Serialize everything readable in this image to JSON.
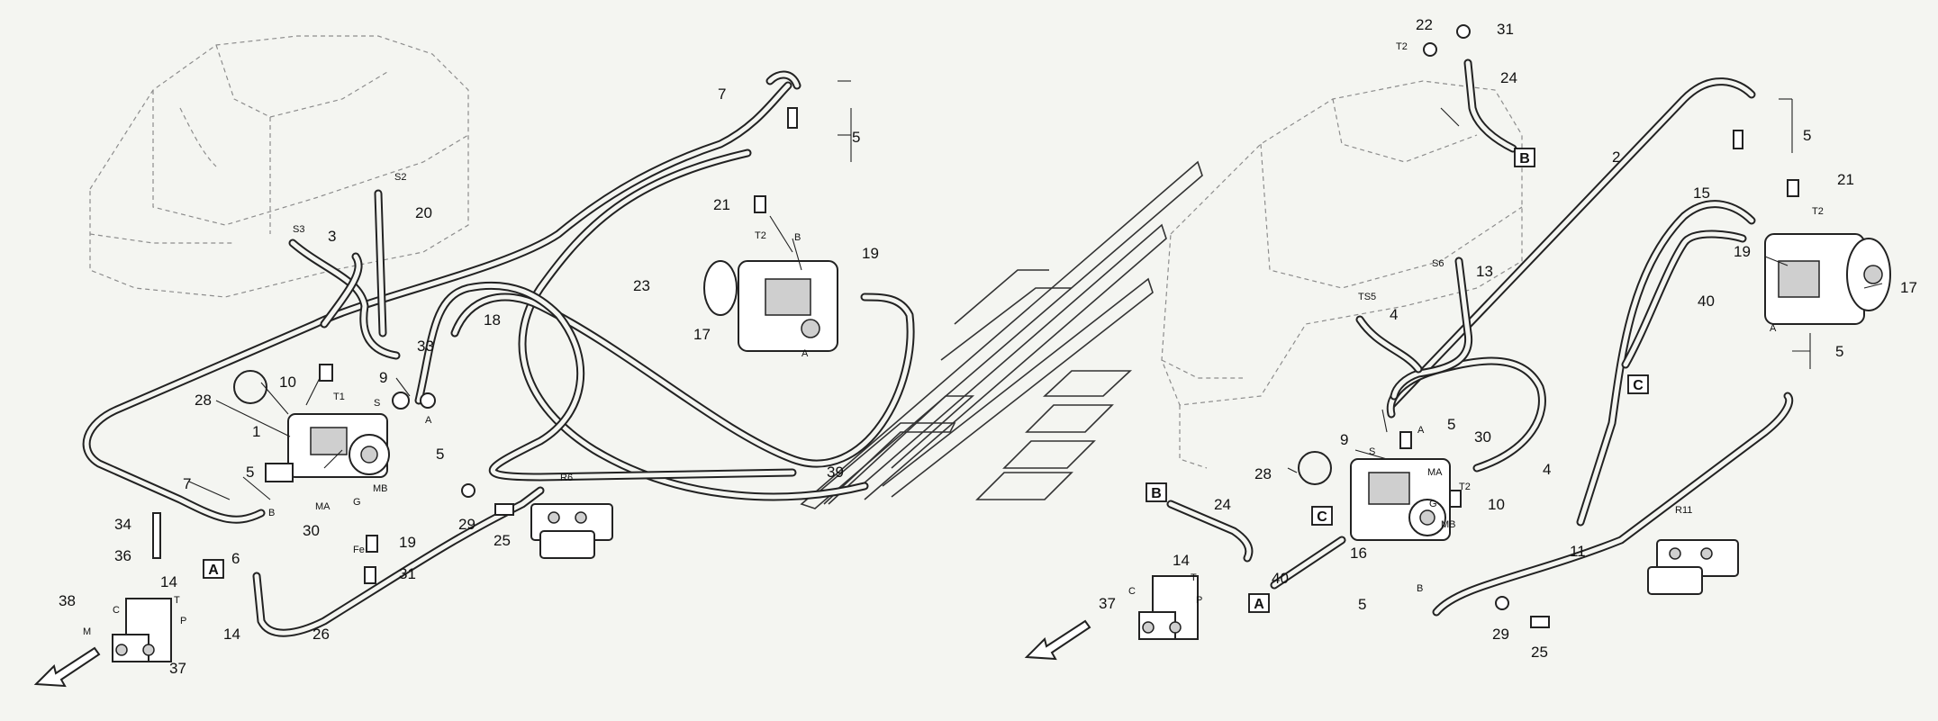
{
  "left_callouts": [
    "1",
    "3",
    "5",
    "5",
    "5",
    "6",
    "7",
    "7",
    "9",
    "10",
    "14",
    "14",
    "17",
    "18",
    "19",
    "19",
    "20",
    "21",
    "23",
    "25",
    "26",
    "28",
    "29",
    "30",
    "31",
    "33",
    "34",
    "36",
    "37",
    "38",
    "39"
  ],
  "left_ports": [
    "S2",
    "S3",
    "T1",
    "S",
    "A",
    "B",
    "MA",
    "G",
    "MB",
    "Fe",
    "R6",
    "T2",
    "B",
    "A",
    "C",
    "T",
    "P",
    "M"
  ],
  "right_callouts": [
    "2",
    "4",
    "4",
    "5",
    "5",
    "5",
    "5",
    "9",
    "10",
    "11",
    "13",
    "14",
    "15",
    "16",
    "17",
    "19",
    "21",
    "22",
    "24",
    "24",
    "25",
    "28",
    "29",
    "30",
    "31",
    "37",
    "40",
    "40"
  ],
  "right_ports": [
    "T2",
    "S6",
    "TS5",
    "S",
    "A",
    "MA",
    "G",
    "T2",
    "MB",
    "B",
    "R11",
    "T2",
    "A",
    "C",
    "T",
    "P"
  ],
  "boxes": [
    "A",
    "A",
    "B",
    "B",
    "C",
    "C"
  ]
}
